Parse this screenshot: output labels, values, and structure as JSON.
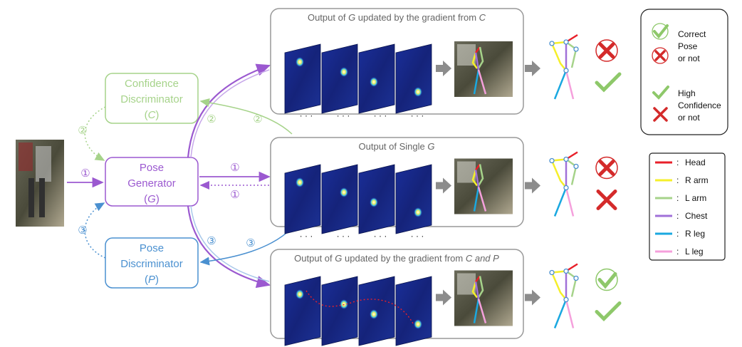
{
  "modules": {
    "confidence": {
      "line1": "Confidence",
      "line2": "Discriminator",
      "symbol": "C",
      "color": "#a6d38a"
    },
    "generator": {
      "line1": "Pose",
      "line2": "Generator",
      "symbol": "G",
      "color": "#9b59d0"
    },
    "pose_disc": {
      "line1": "Pose",
      "line2": "Discriminator",
      "symbol": "P",
      "color": "#4a90d0"
    }
  },
  "step_marks": {
    "one": "①",
    "two": "②",
    "three": "③"
  },
  "panels": {
    "top": {
      "title_pre": "Output of ",
      "title_g": "G",
      "title_mid": " updated by the gradient from ",
      "title_c": "C"
    },
    "middle": {
      "title_pre": "Output of Single ",
      "title_g": "G"
    },
    "bottom": {
      "title_pre": "Output of ",
      "title_g": "G",
      "title_mid": " updated by the gradient from ",
      "title_c": "C and P"
    }
  },
  "dots": "· · ·",
  "result_legend": {
    "correct_line1": "Correct",
    "correct_line2": "Pose",
    "correct_line3": "or not",
    "conf_line1": "High",
    "conf_line2": "Confidence",
    "conf_line3": "or not"
  },
  "colors": {
    "head": "#e8202a",
    "rarm": "#f5ef2a",
    "larm": "#a6d38a",
    "chest": "#a070d8",
    "rleg": "#1aa8e0",
    "lleg": "#f5a0dc",
    "heatmap": "#1a2a8a",
    "gray": "#8c8c8c",
    "cross": "#d42a2a",
    "check": "#8ec86a"
  },
  "limb_legend": [
    {
      "key": "head",
      "sep": ":",
      "label": "Head"
    },
    {
      "key": "rarm",
      "sep": ":",
      "label": "R arm"
    },
    {
      "key": "larm",
      "sep": ":",
      "label": "L arm"
    },
    {
      "key": "chest",
      "sep": ":",
      "label": "Chest"
    },
    {
      "key": "rleg",
      "sep": ":",
      "label": "R leg"
    },
    {
      "key": "lleg",
      "sep": ":",
      "label": "L leg"
    }
  ]
}
